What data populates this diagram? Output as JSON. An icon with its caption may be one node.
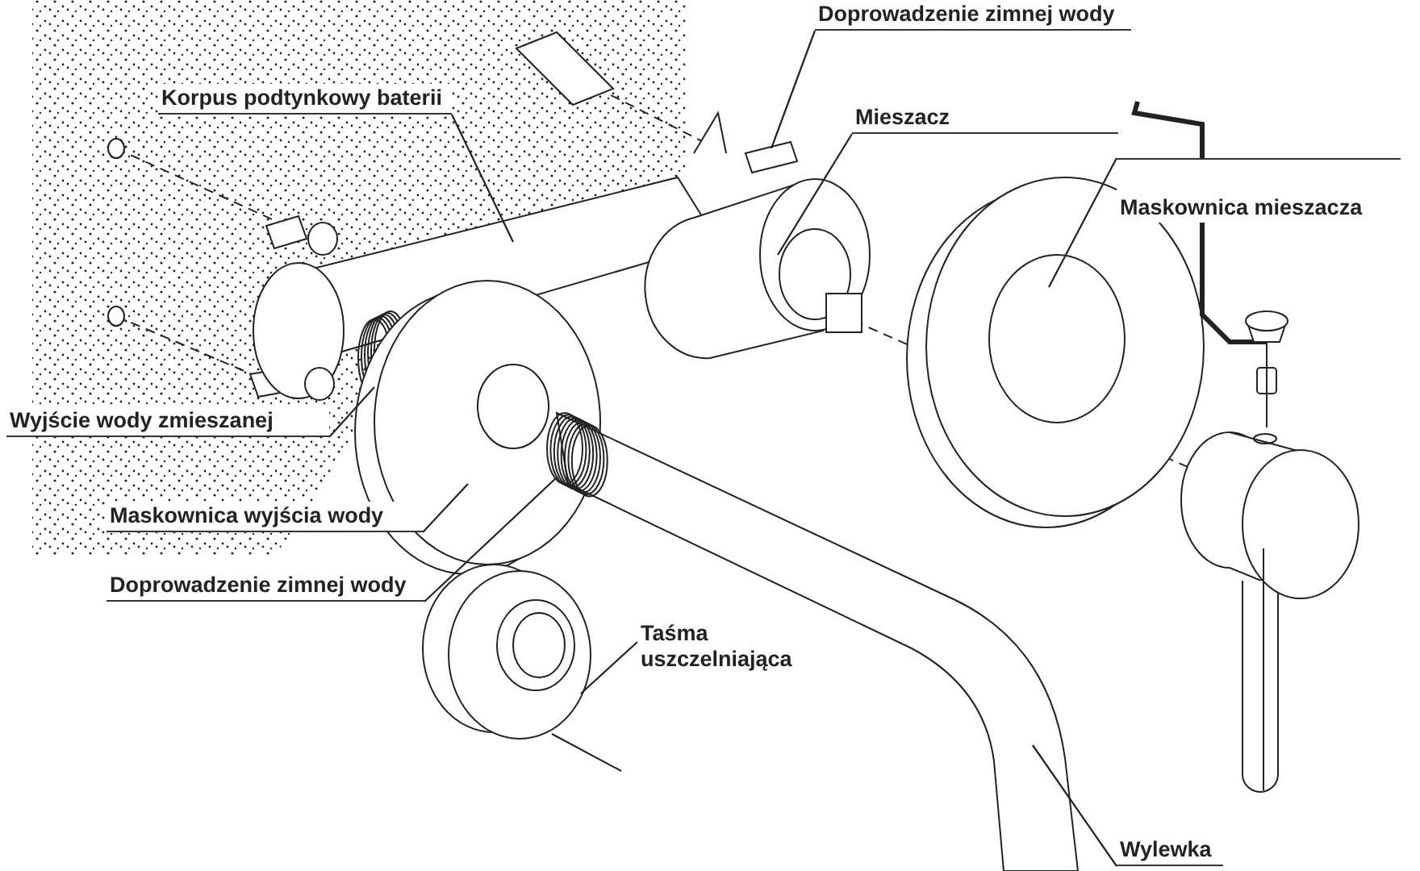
{
  "diagram": {
    "nodes": [
      {
        "text": [
          "Doprowadzenie zimnej wody"
        ]
      },
      {
        "text": [
          "Korpus podtynkowy baterii"
        ]
      },
      {
        "text": [
          "Mieszacz"
        ]
      },
      {
        "text": [
          "Maskownica mieszacza"
        ]
      },
      {
        "text": [
          "Wyjście wody zmieszanej"
        ]
      },
      {
        "text": [
          "Maskownica wyjścia wody"
        ]
      },
      {
        "text": [
          "Doprowadzenie zimnej wody"
        ]
      },
      {
        "text": [
          "Taśma uszczelniająca"
        ]
      },
      {
        "text": [
          "Wylewka"
        ]
      }
    ],
    "edges": [
      {
        "from": 0,
        "to": null,
        "arrow": "none"
      },
      {
        "from": 1,
        "to": null,
        "arrow": "none"
      },
      {
        "from": 2,
        "to": null,
        "arrow": "none"
      },
      {
        "from": 3,
        "to": null,
        "arrow": "none"
      },
      {
        "from": 4,
        "to": null,
        "arrow": "none"
      },
      {
        "from": 5,
        "to": null,
        "arrow": "none"
      },
      {
        "from": 6,
        "to": null,
        "arrow": "none"
      },
      {
        "from": 7,
        "to": null,
        "arrow": "none"
      },
      {
        "from": 8,
        "to": null,
        "arrow": "none"
      }
    ]
  }
}
